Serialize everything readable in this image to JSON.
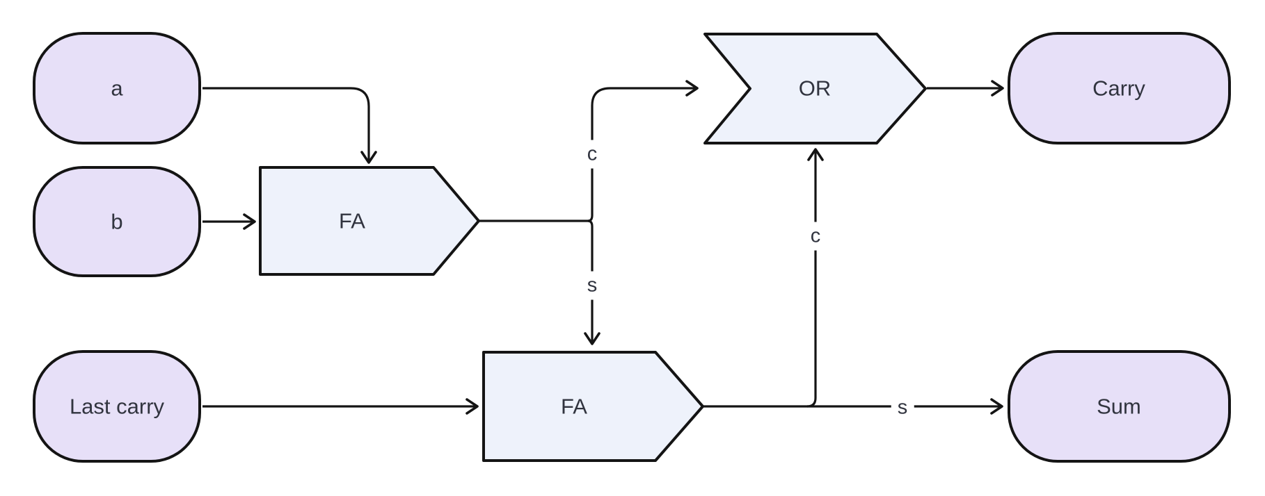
{
  "diagram": {
    "type": "flowchart",
    "direction": "left-to-right",
    "nodes": [
      {
        "id": "a",
        "label": "a",
        "shape": "stadium"
      },
      {
        "id": "b",
        "label": "b",
        "shape": "stadium"
      },
      {
        "id": "last_carry",
        "label": "Last carry",
        "shape": "stadium"
      },
      {
        "id": "fa1",
        "label": "FA",
        "shape": "pentagon-right"
      },
      {
        "id": "fa2",
        "label": "FA",
        "shape": "pentagon-right"
      },
      {
        "id": "or",
        "label": "OR",
        "shape": "chevron-right"
      },
      {
        "id": "carry",
        "label": "Carry",
        "shape": "stadium"
      },
      {
        "id": "sum",
        "label": "Sum",
        "shape": "stadium"
      }
    ],
    "edges": [
      {
        "from": "a",
        "to": "fa1",
        "label": ""
      },
      {
        "from": "b",
        "to": "fa1",
        "label": ""
      },
      {
        "from": "fa1",
        "to": "or",
        "label": "c"
      },
      {
        "from": "fa1",
        "to": "fa2",
        "label": "s"
      },
      {
        "from": "last_carry",
        "to": "fa2",
        "label": ""
      },
      {
        "from": "fa2",
        "to": "or",
        "label": "c"
      },
      {
        "from": "fa2",
        "to": "sum",
        "label": "s"
      },
      {
        "from": "or",
        "to": "carry",
        "label": ""
      }
    ],
    "colors": {
      "background": "#ffffff",
      "stadium_fill": "#e7e0f8",
      "process_fill": "#eef2fb",
      "border": "#141414",
      "edge": "#141414",
      "text": "#31343f"
    }
  }
}
